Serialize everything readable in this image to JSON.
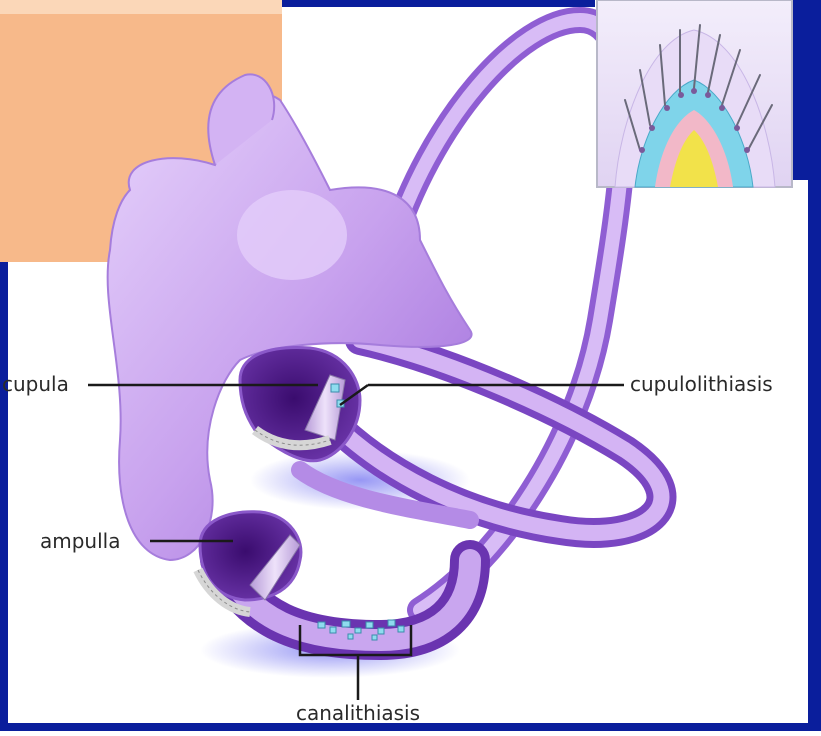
{
  "diagram": {
    "labels": {
      "cupula": "cupula",
      "cupulolithiasis": "cupulolithiasis",
      "ampulla": "ampulla",
      "canalithiasis": "canalithiasis"
    }
  },
  "colors": {
    "frame_blue": "#0a1e9c",
    "canal_lavender": "#c9a6ef",
    "canal_dark": "#5a2a8e",
    "inset_orange": "#f7b98a",
    "otoconia_cyan": "#8fdcef",
    "hair_cell_blue": "#7fd4ea",
    "gel_yellow": "#f2e24a",
    "shadow_blue": "#8a8af0"
  }
}
